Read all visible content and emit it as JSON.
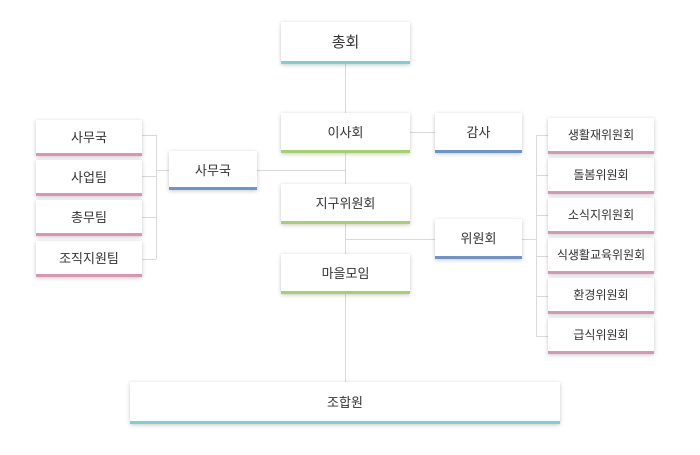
{
  "colors": {
    "teal": "#7ccfd3",
    "green": "#a8cf6e",
    "blue": "#6d93c9",
    "pink": "#d895b4",
    "line": "#d9d9d9"
  },
  "chart": {
    "general_assembly": "총회",
    "board": "이사회",
    "audit": "감사",
    "secretariat_center": "사무국",
    "district_committee": "지구위원회",
    "committee": "위원회",
    "village_meeting": "마을모임",
    "members": "조합원",
    "secretariat_units": [
      {
        "label": "사무국"
      },
      {
        "label": "사업팀"
      },
      {
        "label": "총무팀"
      },
      {
        "label": "조직지원팀"
      }
    ],
    "committees": [
      {
        "label": "생활재위원회"
      },
      {
        "label": "돌봄위원회"
      },
      {
        "label": "소식지위원회"
      },
      {
        "label": "식생활교육위원회"
      },
      {
        "label": "환경위원회"
      },
      {
        "label": "급식위원회"
      }
    ]
  }
}
